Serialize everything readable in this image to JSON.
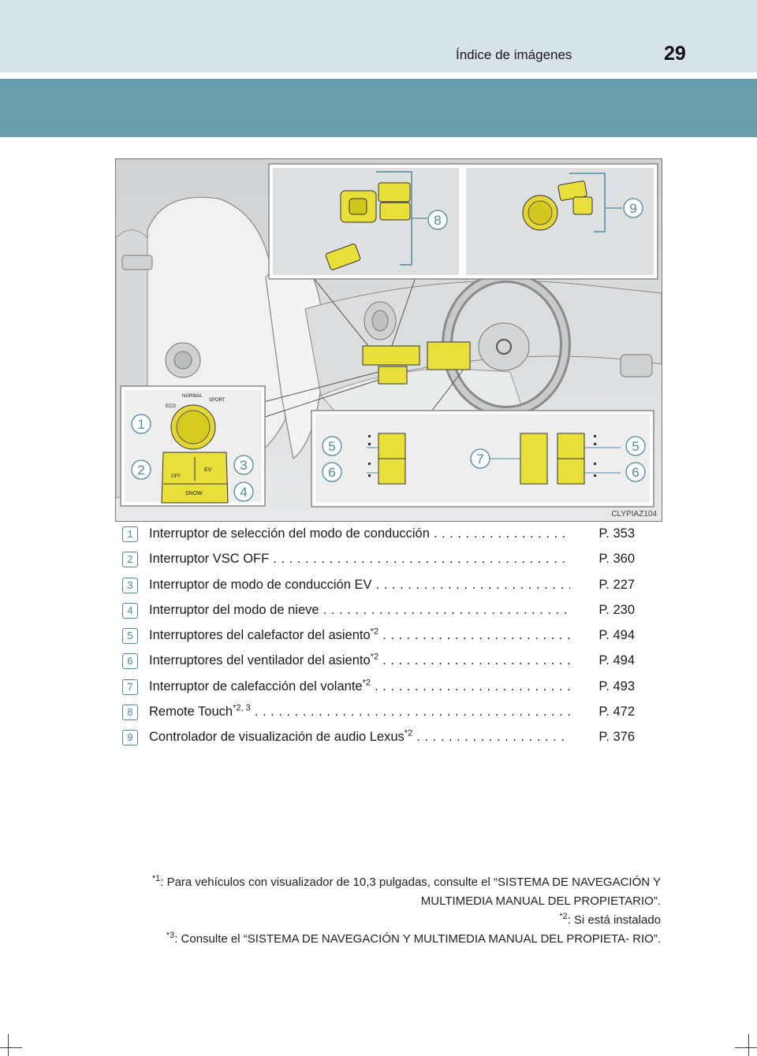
{
  "header": {
    "title": "Índice de imágenes",
    "page_number": "29"
  },
  "figure": {
    "code": "CLYPIAZ104"
  },
  "items": [
    {
      "n": "1",
      "label": "Interruptor de selección del modo de conducción",
      "sup": "",
      "page": "P. 353"
    },
    {
      "n": "2",
      "label": "Interruptor VSC OFF",
      "sup": "",
      "page": "P. 360"
    },
    {
      "n": "3",
      "label": "Interruptor de modo de conducción EV",
      "sup": "",
      "page": "P. 227"
    },
    {
      "n": "4",
      "label": "Interruptor del modo de nieve",
      "sup": "",
      "page": "P. 230"
    },
    {
      "n": "5",
      "label": "Interruptores del calefactor del asiento",
      "sup": "*2",
      "page": "P. 494"
    },
    {
      "n": "6",
      "label": "Interruptores del ventilador del asiento",
      "sup": "*2",
      "page": "P. 494"
    },
    {
      "n": "7",
      "label": "Interruptor de calefacción del volante",
      "sup": "*2",
      "page": "P. 493"
    },
    {
      "n": "8",
      "label": "Remote Touch",
      "sup": "*2, 3",
      "page": "P. 472"
    },
    {
      "n": "9",
      "label": "Controlador de visualización de audio Lexus",
      "sup": "*2",
      "page": "P. 376"
    }
  ],
  "footnotes": [
    {
      "mark": "*1",
      "text": ": Para vehículos con visualizador de 10,3 pulgadas, consulte el “SISTEMA DE NAVEGACIÓN Y MULTIMEDIA MANUAL DEL PROPIETARIO”."
    },
    {
      "mark": "*2",
      "text": ": Si está instalado"
    },
    {
      "mark": "*3",
      "text": ": Consulte el “SISTEMA DE NAVEGACIÓN Y MULTIMEDIA MANUAL DEL PROPIETA- RIO”."
    }
  ],
  "callouts": [
    "1",
    "2",
    "3",
    "4",
    "5",
    "6",
    "5",
    "6",
    "7",
    "8",
    "9"
  ],
  "switch_labels": {
    "eco": "ECO",
    "normal": "NORMAL",
    "sport": "SPORT",
    "off": "OFF",
    "ev": "EV",
    "snow": "SNOW"
  },
  "colors": {
    "header_light": "#d6e3e8",
    "header_band": "#6b9eab",
    "callout": "#4d8aa0",
    "highlight_yellow": "#e9df3a"
  }
}
